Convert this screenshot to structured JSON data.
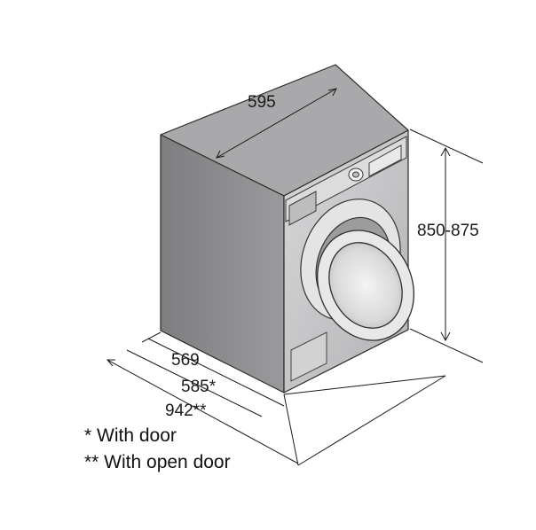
{
  "dimensions": {
    "width": "595",
    "height": "850-875",
    "depth": "569",
    "depth_with_door": "585*",
    "depth_with_open_door": "942**"
  },
  "notes": {
    "with_door": "* With door",
    "with_open_door": "** With open door"
  },
  "colors": {
    "top": "#a9a9ab",
    "side": "#8a8a8c",
    "front": "#c9c9cb",
    "outline": "#2a2a2a"
  }
}
